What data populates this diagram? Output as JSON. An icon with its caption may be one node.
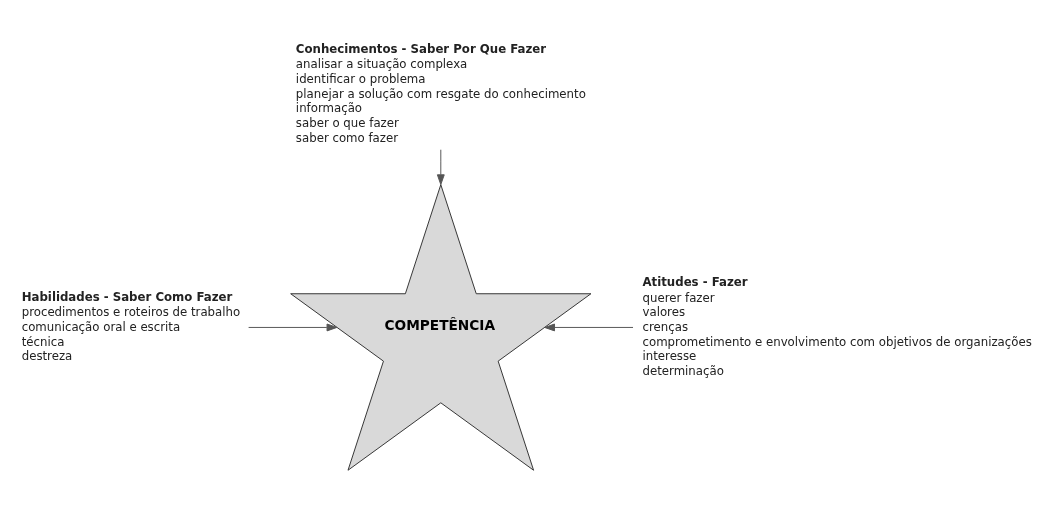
{
  "diagram": {
    "nodes": [
      {
        "text": [
          "COMPETÊNCIA"
        ]
      },
      {
        "text": [
          "Conhecimentos - Saber Por Que Fazer",
          "analisar a situação complexa",
          "identificar o problema",
          "planejar a solução com resgate do conhecimento",
          "informação",
          "saber o que fazer",
          "saber como fazer"
        ]
      },
      {
        "text": [
          "Habilidades - Saber Como Fazer",
          "procedimentos e roteiros de trabalho",
          "comunicação oral e escrita",
          "técnica",
          "destreza"
        ]
      },
      {
        "text": [
          "Atitudes - Fazer",
          "querer fazer",
          "valores",
          "crenças",
          "comprometimento e envolvimento com objetivos de organizações",
          "interesse",
          "determinação"
        ]
      }
    ],
    "edges": [
      {
        "from": 1,
        "to": 0,
        "arrow": "to"
      },
      {
        "from": 2,
        "to": 0,
        "arrow": "to"
      },
      {
        "from": 3,
        "to": 0,
        "arrow": "to"
      }
    ]
  }
}
